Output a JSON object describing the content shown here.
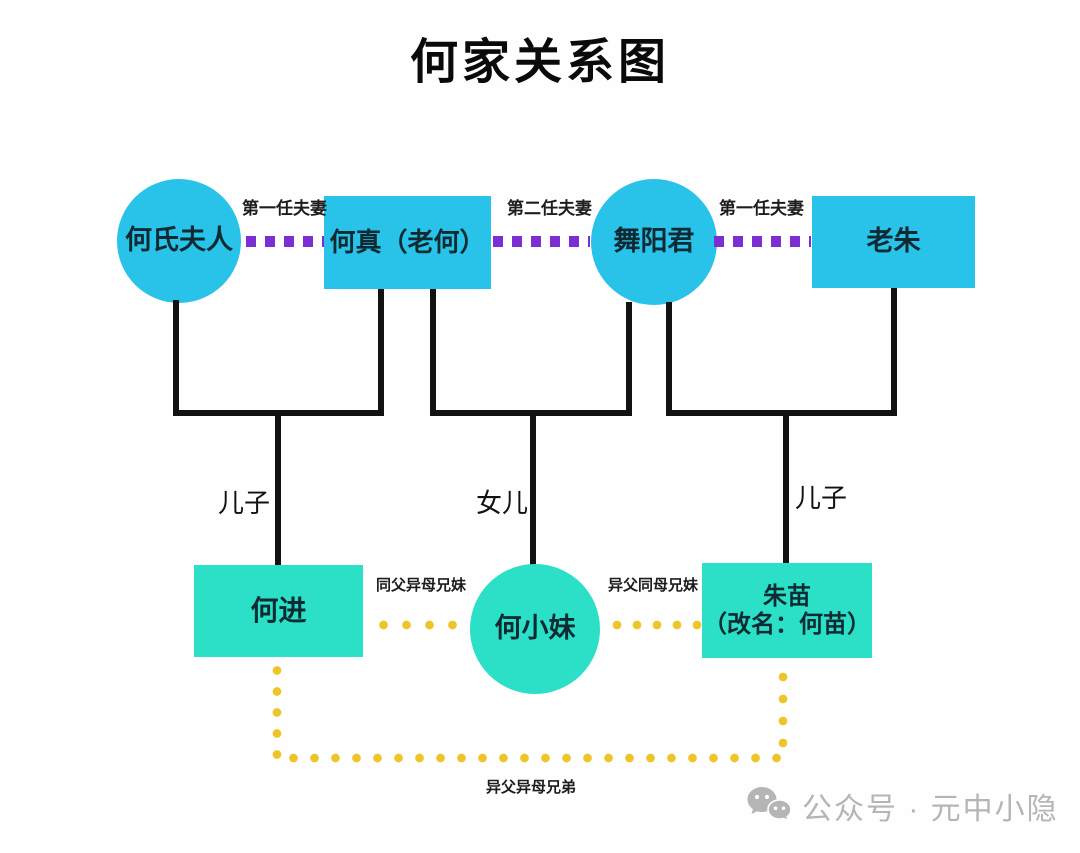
{
  "title": "何家关系图",
  "colors": {
    "top_node": "#29c2e9",
    "bottom_node": "#2be0c7",
    "marriage_line": "#7c2ed2",
    "sibling_line": "#eec527",
    "connector": "#121212",
    "watermark": "#b5b5b5"
  },
  "top_nodes": [
    {
      "label": "何氏夫人",
      "shape": "circle"
    },
    {
      "label": "何真（老何）",
      "shape": "rect"
    },
    {
      "label": "舞阳君",
      "shape": "circle"
    },
    {
      "label": "老朱",
      "shape": "rect"
    }
  ],
  "marriage_labels": [
    {
      "label": "第一任夫妻"
    },
    {
      "label": "第二任夫妻"
    },
    {
      "label": "第一任夫妻"
    }
  ],
  "child_labels": [
    {
      "label": "儿子"
    },
    {
      "label": "女儿"
    },
    {
      "label": "儿子"
    }
  ],
  "bottom_nodes": [
    {
      "label": "何进",
      "shape": "rect"
    },
    {
      "label": "何小妹",
      "shape": "circle"
    },
    {
      "label": "朱苗",
      "sublabel": "（改名：何苗）",
      "shape": "rect"
    }
  ],
  "sibling_labels": [
    {
      "label": "同父异母兄妹"
    },
    {
      "label": "异父同母兄妹"
    },
    {
      "label": "异父异母兄弟"
    }
  ],
  "watermark": {
    "icon": "wechat-icon",
    "text": "公众号 · 元中小隐"
  }
}
